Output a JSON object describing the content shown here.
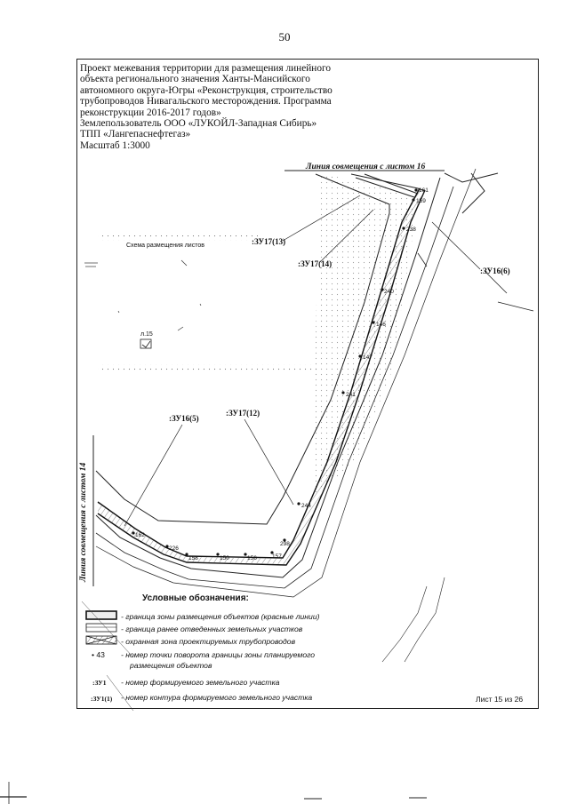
{
  "page": {
    "number": "50",
    "sheet_label": "Лист 15 из 26"
  },
  "title_lines": [
    "Проект межевания территории для размещения линейного",
    "объекта регионального значения Ханты-Мансийского",
    "автономного округа-Югры «Реконструкция, строительство",
    "трубопроводов Нивагальского месторождения. Программа",
    "реконструкции 2016-2017 годов»",
    "Землепользователь ООО «ЛУКОЙЛ-Западная Сибирь»",
    "ТПП «Лангепаснефтегаз»",
    "Масштаб 1:3000"
  ],
  "map": {
    "match_line_top": "Линия совмещения с листом 16",
    "match_line_left": "Линия совмещения с листом 14",
    "scheme_label": "Схема размещения листов",
    "sheet_ref": "л.15",
    "parcels": [
      ":ЗУ17(13)",
      ":ЗУ17(14)",
      ":ЗУ16(6)",
      ":ЗУ17(12)",
      ":ЗУ16(5)"
    ],
    "points": [
      "161",
      "159",
      "238",
      "240",
      "146",
      "147",
      "241",
      "244",
      "298",
      "157",
      "156",
      "150",
      "158",
      "226",
      "162"
    ]
  },
  "legend": {
    "title": "Условные обозначения:",
    "items": [
      {
        "symbol": "",
        "text": "- граница зоны размещения объектов (красные линии)"
      },
      {
        "symbol": "",
        "text": "- граница ранее отведенных земельных участков"
      },
      {
        "symbol": "",
        "text": "- охранная зона проектируемых трубопроводов"
      },
      {
        "symbol": "• 43",
        "text": "- номер точки поворота границы зоны планируемого"
      },
      {
        "symbol": "",
        "text": "размещения объектов"
      },
      {
        "symbol": ":ЗУ1",
        "text": "- номер формируемого земельного участка"
      },
      {
        "symbol": ":ЗУ1(1)",
        "text": "- номер контура формируемого земельного участка"
      }
    ]
  },
  "colors": {
    "line": "#222222",
    "dots": "#777777"
  }
}
